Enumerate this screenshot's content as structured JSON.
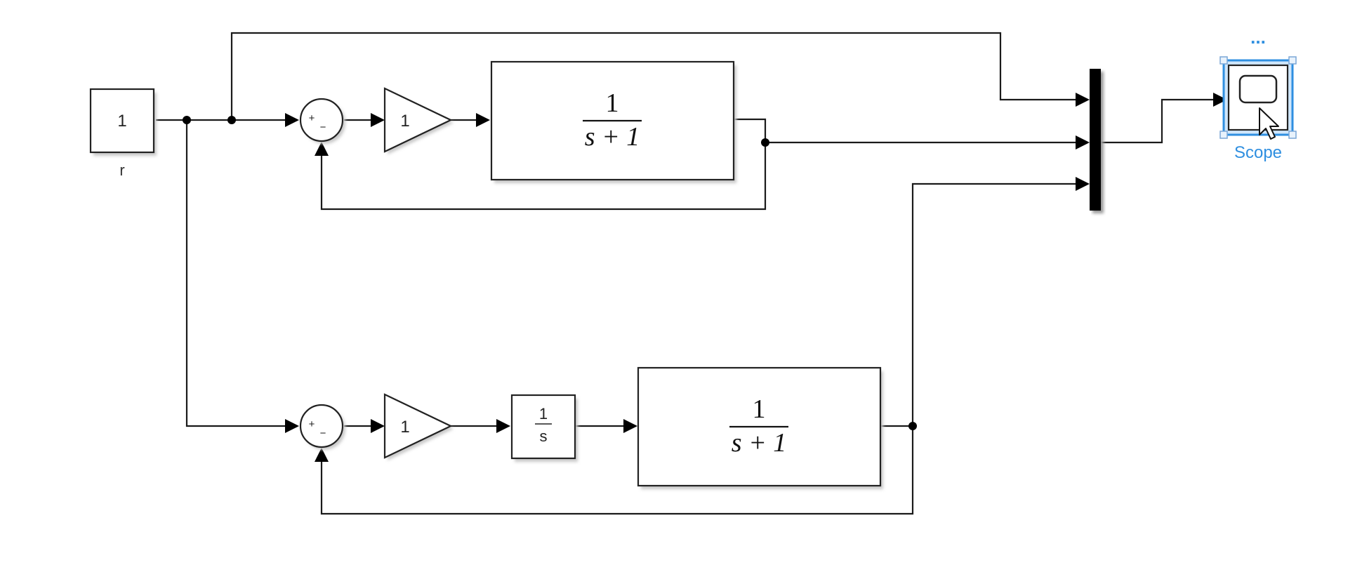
{
  "diagram": {
    "constant": {
      "value": "1",
      "label": "r"
    },
    "top_loop": {
      "sum_signs": [
        "+",
        "−"
      ],
      "gain": "1",
      "transfer_function": {
        "numerator": "1",
        "denominator": "s + 1"
      }
    },
    "bottom_loop": {
      "sum_signs": [
        "+",
        "−"
      ],
      "gain": "1",
      "integrator": {
        "numerator": "1",
        "denominator": "s"
      },
      "transfer_function": {
        "numerator": "1",
        "denominator": "s + 1"
      }
    },
    "scope": {
      "label": "Scope",
      "menu_indicator": "..."
    },
    "colors": {
      "wire": "#1a1a1a",
      "selection": "#2f8fe0",
      "block_border": "#222222"
    }
  }
}
